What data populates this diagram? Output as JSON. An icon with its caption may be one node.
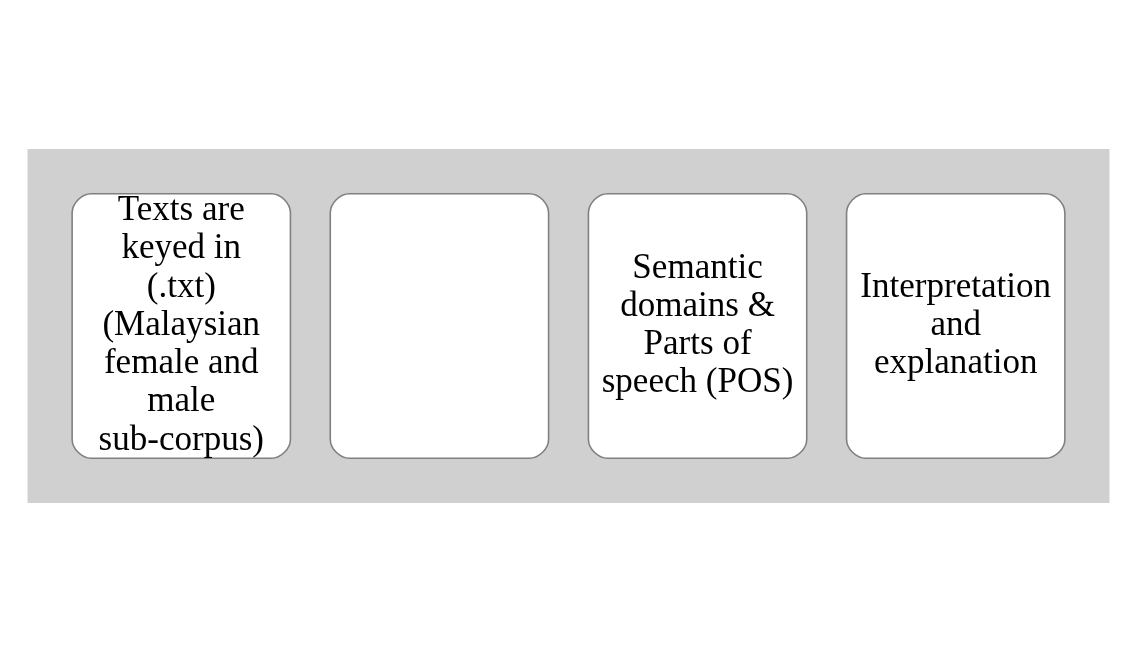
{
  "diagram": {
    "nodes": [
      {
        "text": [],
        "shape": "arrow"
      },
      {
        "text": [
          "Texts are keyed in (.txt) (Malaysian female and male sub-corpus)"
        ],
        "in": 0
      },
      {
        "text": [],
        "shape": "box",
        "in": 0
      },
      {
        "text": [
          "Semantic domains & Parts of speech (POS)"
        ],
        "in": 0
      },
      {
        "text": [
          "Interpretation and explanation"
        ],
        "in": 0
      }
    ]
  }
}
